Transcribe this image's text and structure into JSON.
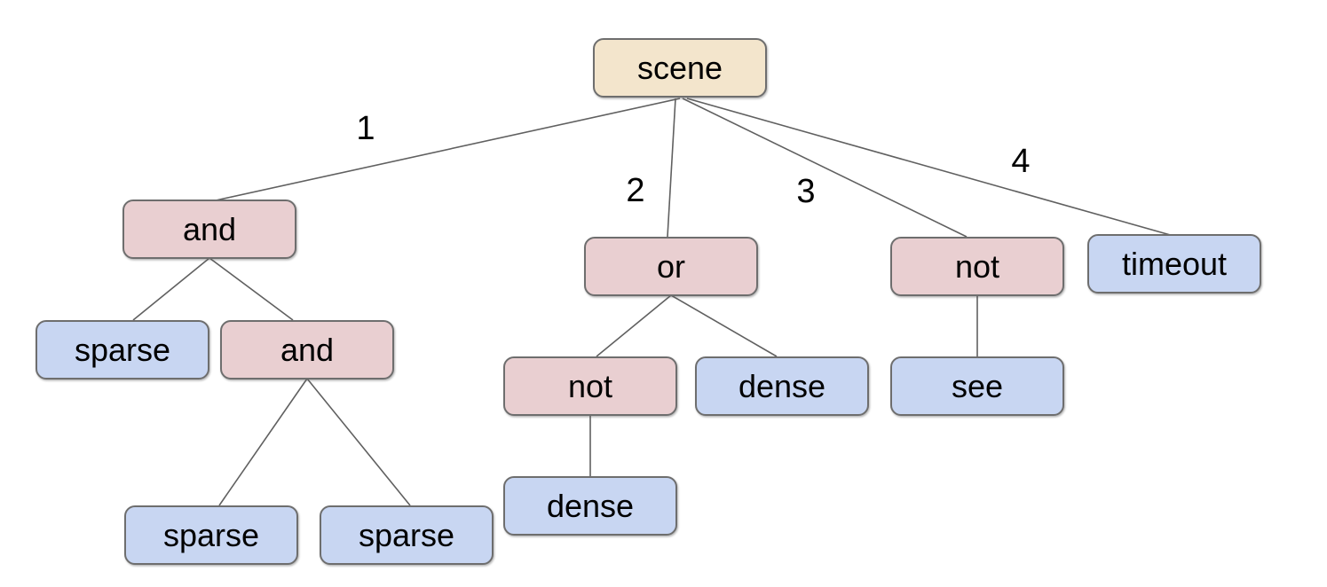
{
  "diagram": {
    "type": "tree",
    "background": "#ffffff",
    "colors": {
      "root_fill": "#f3e5cc",
      "operator_fill": "#e9cfd1",
      "leaf_fill": "#c8d6f2",
      "node_border": "#6e6e6e",
      "edge_line": "#606060",
      "text": "#000000"
    },
    "nodes": [
      {
        "id": "scene",
        "label": "scene",
        "kind": "root"
      },
      {
        "id": "and-1",
        "label": "and",
        "kind": "operator"
      },
      {
        "id": "or-1",
        "label": "or",
        "kind": "operator"
      },
      {
        "id": "not-1",
        "label": "not",
        "kind": "operator"
      },
      {
        "id": "timeout-1",
        "label": "timeout",
        "kind": "leaf"
      },
      {
        "id": "sparse-1",
        "label": "sparse",
        "kind": "leaf"
      },
      {
        "id": "and-2",
        "label": "and",
        "kind": "operator"
      },
      {
        "id": "not-2",
        "label": "not",
        "kind": "operator"
      },
      {
        "id": "dense-1",
        "label": "dense",
        "kind": "leaf"
      },
      {
        "id": "see-1",
        "label": "see",
        "kind": "leaf"
      },
      {
        "id": "sparse-2",
        "label": "sparse",
        "kind": "leaf"
      },
      {
        "id": "sparse-3",
        "label": "sparse",
        "kind": "leaf"
      },
      {
        "id": "dense-2",
        "label": "dense",
        "kind": "leaf"
      }
    ],
    "edges": [
      {
        "from": "scene",
        "to": "and-1",
        "label": "1"
      },
      {
        "from": "scene",
        "to": "or-1",
        "label": "2"
      },
      {
        "from": "scene",
        "to": "not-1",
        "label": "3"
      },
      {
        "from": "scene",
        "to": "timeout-1",
        "label": "4"
      },
      {
        "from": "and-1",
        "to": "sparse-1"
      },
      {
        "from": "and-1",
        "to": "and-2"
      },
      {
        "from": "or-1",
        "to": "not-2"
      },
      {
        "from": "or-1",
        "to": "dense-1"
      },
      {
        "from": "not-1",
        "to": "see-1"
      },
      {
        "from": "and-2",
        "to": "sparse-2"
      },
      {
        "from": "and-2",
        "to": "sparse-3"
      },
      {
        "from": "not-2",
        "to": "dense-2"
      }
    ]
  }
}
